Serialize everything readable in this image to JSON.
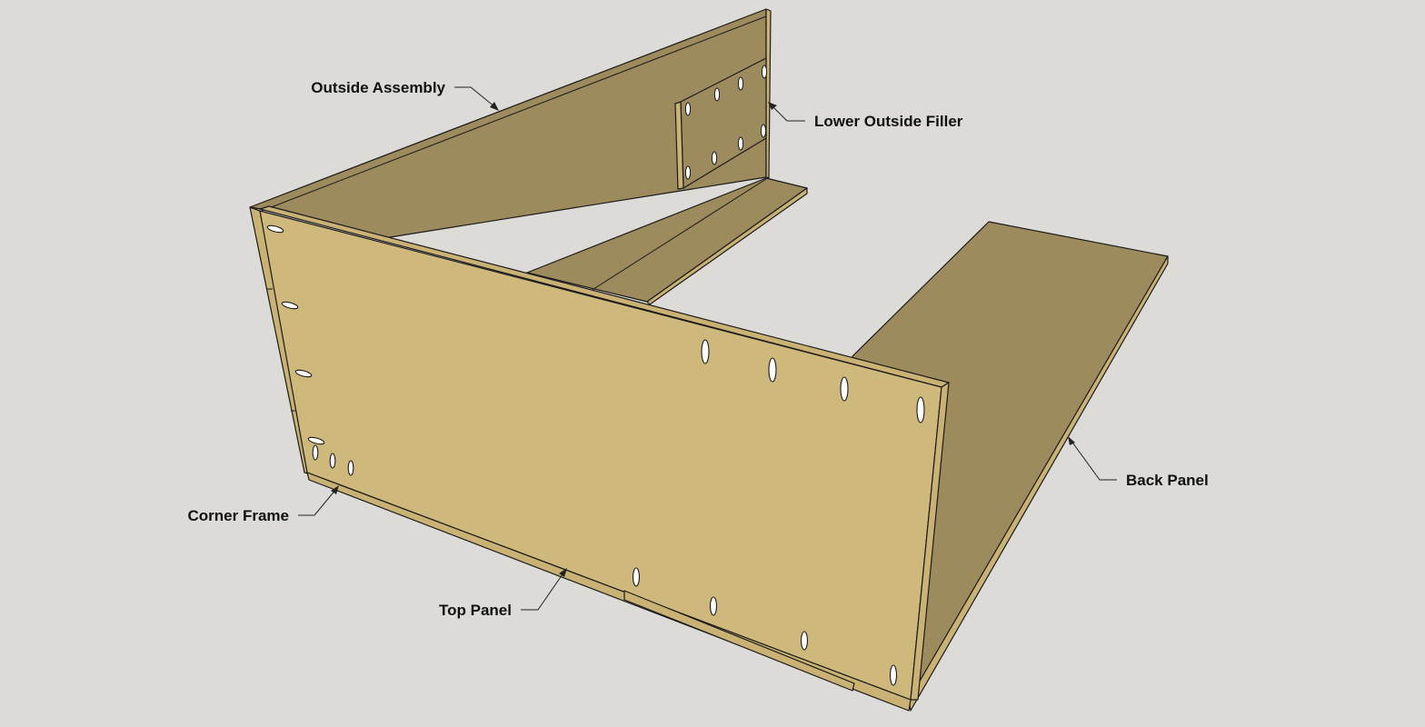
{
  "colors": {
    "background": "#dcdbd7",
    "panel_light": "#cfb87c",
    "panel_dark": "#9d8a5d",
    "edge_light": "#c9b274",
    "outline": "#1a1a1a"
  },
  "labels": {
    "outside_assembly": "Outside Assembly",
    "lower_outside_filler": "Lower Outside Filler",
    "back_panel": "Back Panel",
    "corner_frame": "Corner Frame",
    "top_panel": "Top Panel"
  }
}
